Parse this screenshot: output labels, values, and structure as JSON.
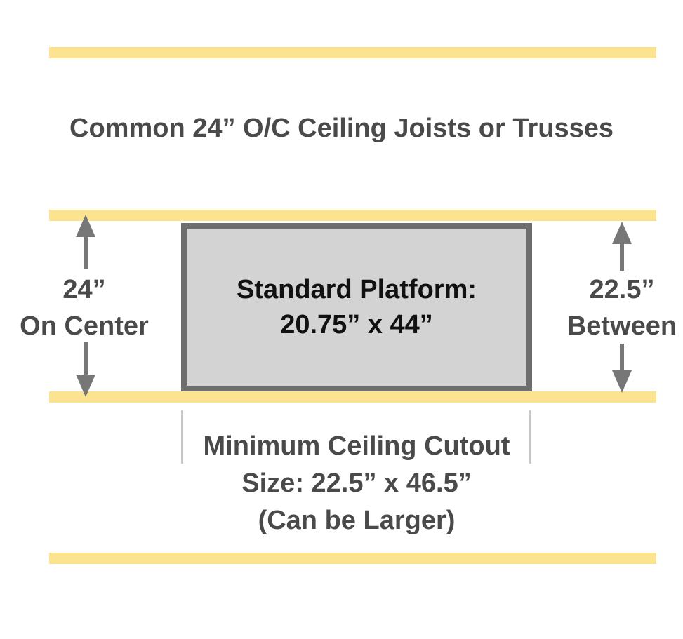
{
  "title": "Common 24” O/C Ceiling Joists or Trusses",
  "platform": {
    "line1": "Standard Platform:",
    "line2": "20.75” x 44”"
  },
  "left_label": {
    "line1": "24”",
    "line2": "On Center"
  },
  "right_label": {
    "line1": "22.5”",
    "line2": "Between"
  },
  "cutout": {
    "line1": "Minimum Ceiling Cutout",
    "line2": "Size: 22.5” x 46.5”",
    "line3": "(Can be Larger)"
  },
  "colors": {
    "joist": "#fce38f",
    "text": "#4a4a4a",
    "platform_fill": "#d3d3d3",
    "platform_border": "#6e6e6e",
    "arrow": "#777777"
  }
}
